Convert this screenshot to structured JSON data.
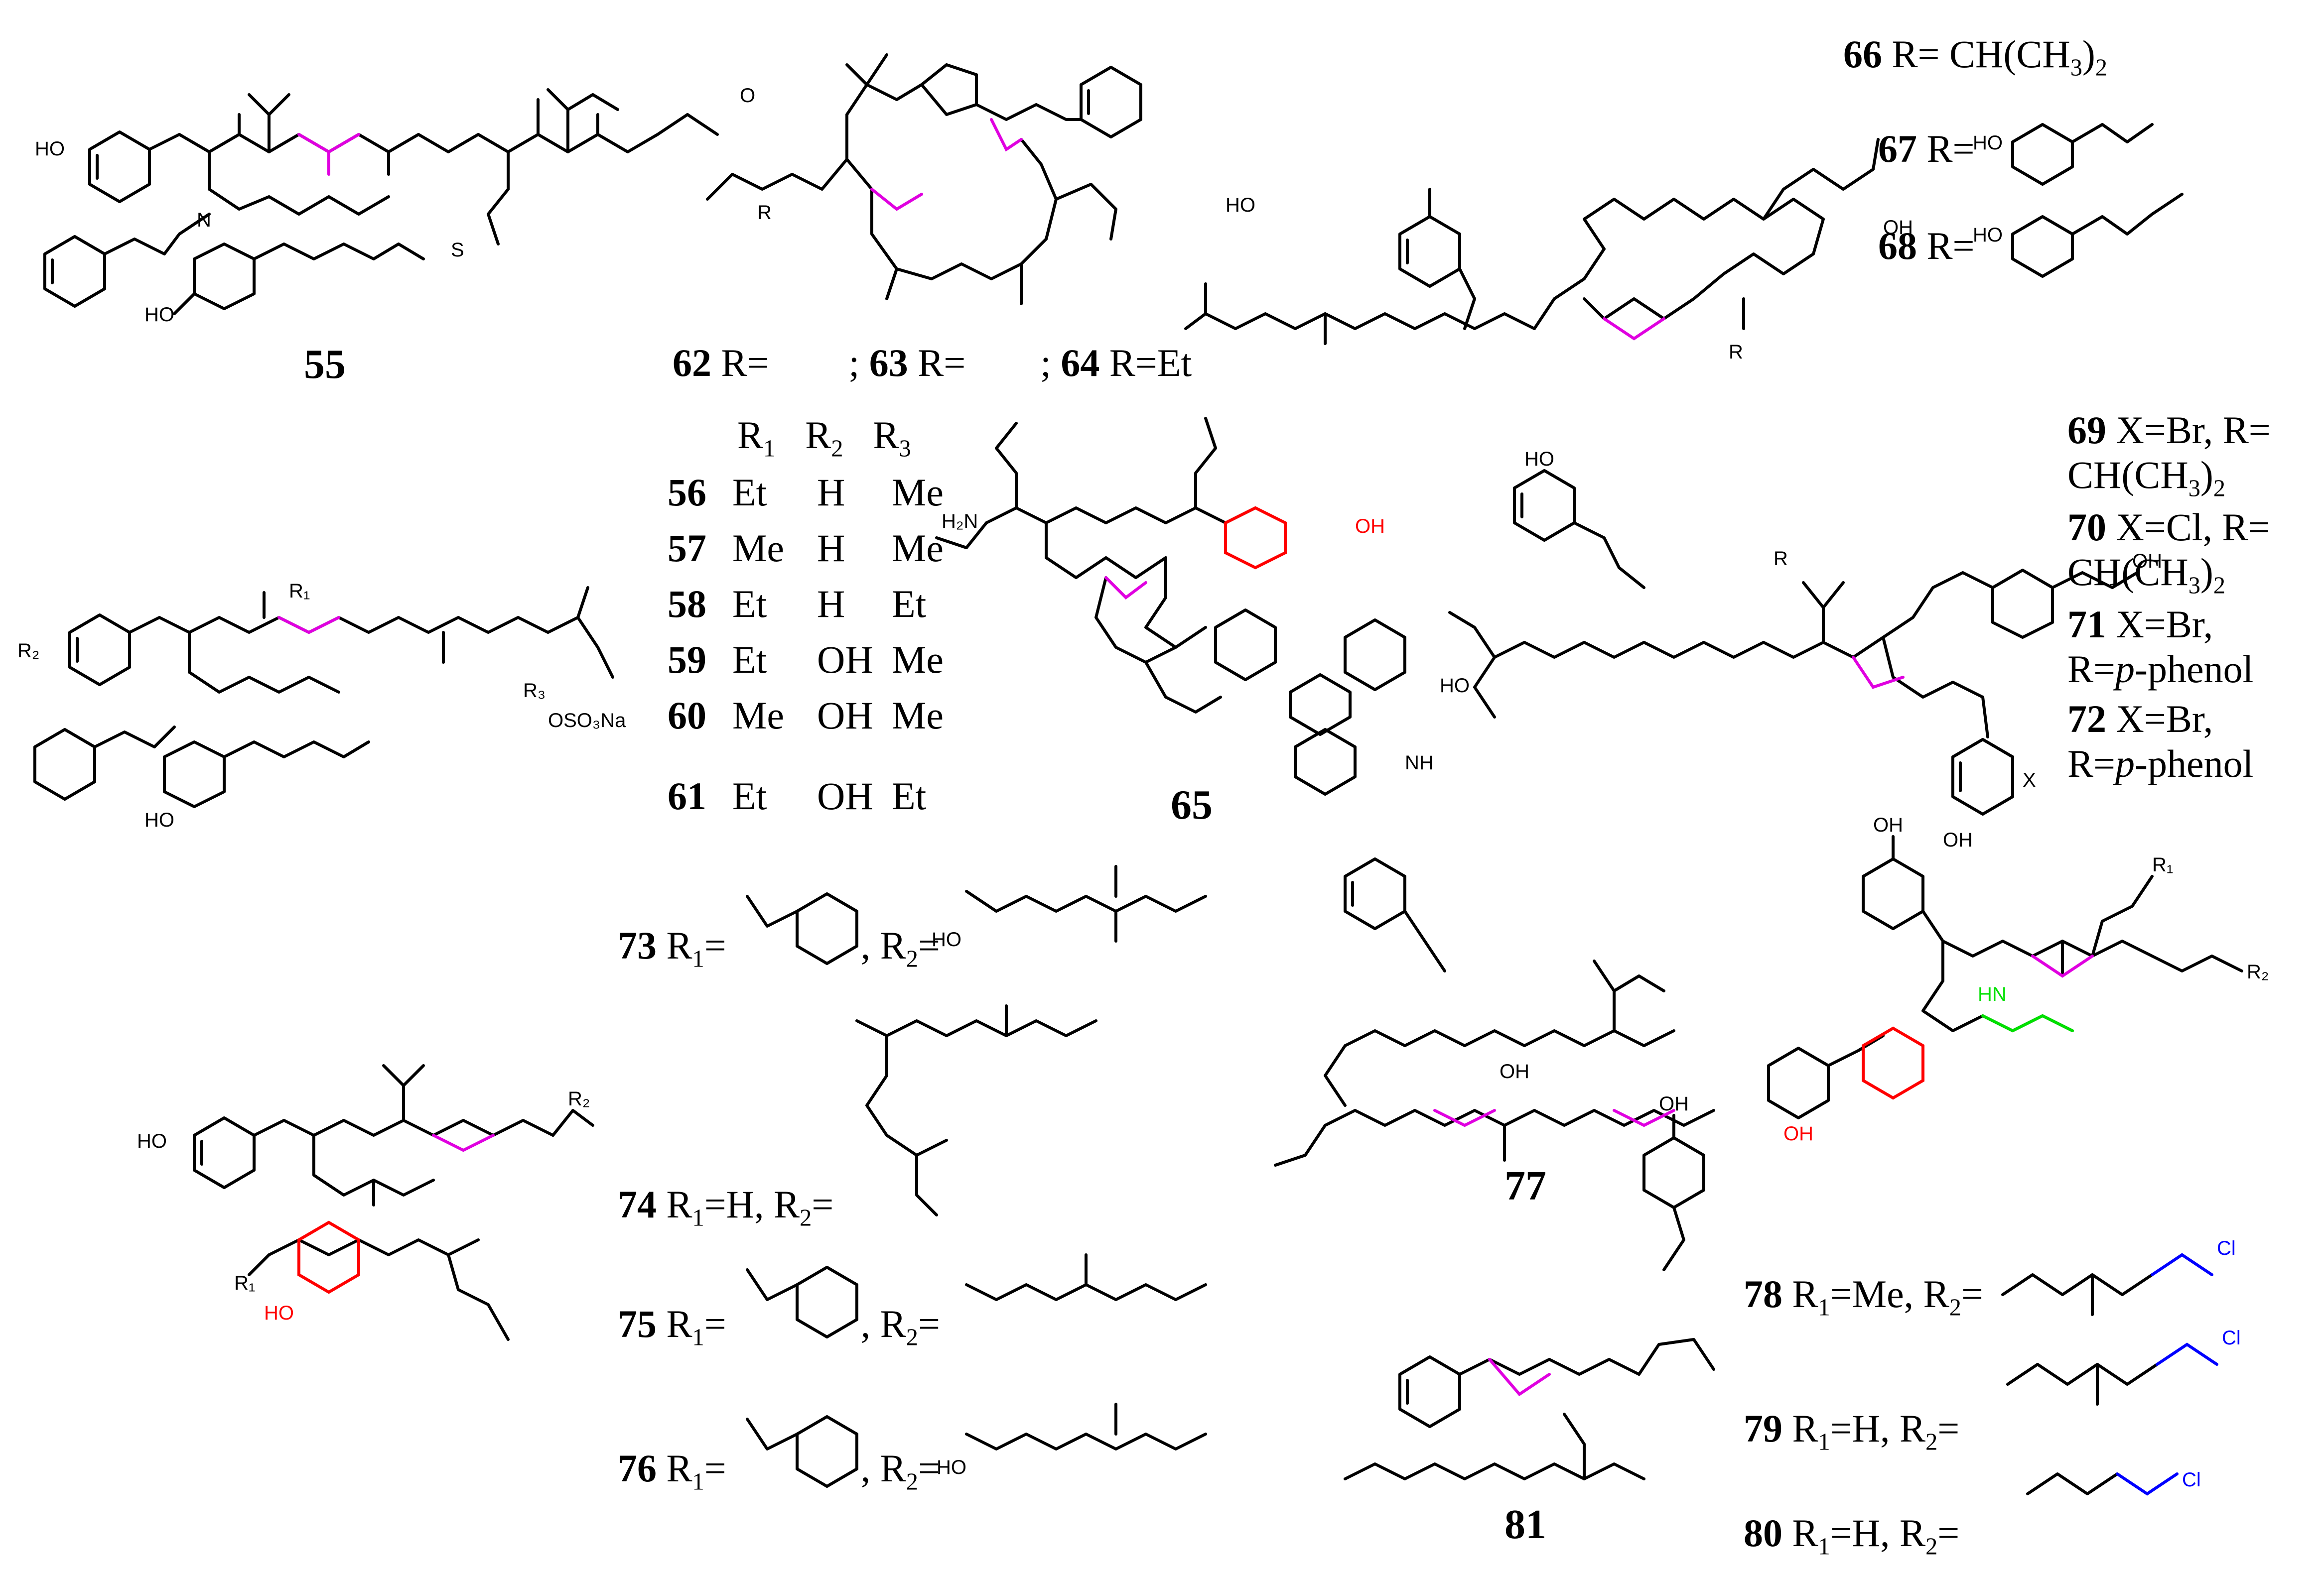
{
  "labels": {
    "c55": "55",
    "c65": "65",
    "c77": "77",
    "c81": "81"
  },
  "lines": {
    "l62_64": {
      "a": "62",
      "b": " R=",
      "c": "; ",
      "d": "63",
      "e": " R=",
      "f": "; ",
      "g": "64",
      "h": " R=Et"
    },
    "l66": {
      "n": "66",
      "t": " R= CH(CH",
      "s": "3",
      "e": ")",
      "s2": "2"
    },
    "l67": {
      "n": "67",
      "t": " R="
    },
    "l68": {
      "n": "68",
      "t": " R="
    },
    "table_header": {
      "r1": "R",
      "r1s": "1",
      "r2": "R",
      "r2s": "2",
      "r3": "R",
      "r3s": "3"
    },
    "rows": [
      {
        "n": "56",
        "a": "Et",
        "b": "H",
        "c": "Me"
      },
      {
        "n": "57",
        "a": "Me",
        "b": "H",
        "c": "Me"
      },
      {
        "n": "58",
        "a": "Et",
        "b": "H",
        "c": "Et"
      },
      {
        "n": "59",
        "a": "Et",
        "b": "OH",
        "c": "Me"
      },
      {
        "n": "60",
        "a": "Me",
        "b": "OH",
        "c": "Me"
      },
      {
        "n": "61",
        "a": "Et",
        "b": "OH",
        "c": "Et"
      }
    ],
    "l69": {
      "n": "69",
      "t": " X=Br, R="
    },
    "l69b": {
      "t": "CH(CH",
      "s": "3",
      "e": ")",
      "s2": "2"
    },
    "l70": {
      "n": "70",
      "t": " X=Cl, R="
    },
    "l70b": {
      "t": "CH(CH",
      "s": "3",
      "e": ")",
      "s2": "2"
    },
    "l71": {
      "n": "71",
      "t": " X=Br,"
    },
    "l71b": {
      "t": "R=",
      "i": "p",
      "e": "-phenol"
    },
    "l72": {
      "n": "72",
      "t": " X=Br,"
    },
    "l72b": {
      "t": "R=",
      "i": "p",
      "e": "-phenol"
    },
    "l73": {
      "n": "73",
      "t": " R",
      "s": "1",
      "e": "=",
      "c": ", R",
      "cs": "2",
      "ce": "="
    },
    "l74": {
      "n": "74",
      "t": " R",
      "s": "1",
      "e": "=H, R",
      "s2": "2",
      "e2": "="
    },
    "l75": {
      "n": "75",
      "t": " R",
      "s": "1",
      "e": "=",
      "c": ", R",
      "cs": "2",
      "ce": "="
    },
    "l76": {
      "n": "76",
      "t": " R",
      "s": "1",
      "e": "=",
      "c": ", R",
      "cs": "2",
      "ce": "="
    },
    "l78": {
      "n": "78",
      "t": " R",
      "s": "1",
      "e": "=Me, R",
      "s2": "2",
      "e2": "="
    },
    "l79": {
      "n": "79",
      "t": " R",
      "s": "1",
      "e": "=H, R",
      "s2": "2",
      "e2": "="
    },
    "l80": {
      "n": "80",
      "t": " R",
      "s": "1",
      "e": "=H, R",
      "s2": "2",
      "e2": "="
    }
  },
  "atoms": {
    "HO": "HO",
    "OH": "OH",
    "NH": "NH",
    "N": "N",
    "O": "O",
    "H": "H",
    "S": "S",
    "HN": "HN",
    "H2N": "H₂N",
    "R": "R",
    "R1": "R₁",
    "R2": "R₂",
    "R3": "R₃",
    "X": "X",
    "Cl": "Cl",
    "OSO3Na": "OSO₃Na",
    "OHfull": "OH"
  },
  "colors": {
    "ink": "#000000",
    "ester": "#e000e0",
    "ahp": "#ff0000",
    "dehydro": "#00e000",
    "chloro": "#0000ff"
  }
}
